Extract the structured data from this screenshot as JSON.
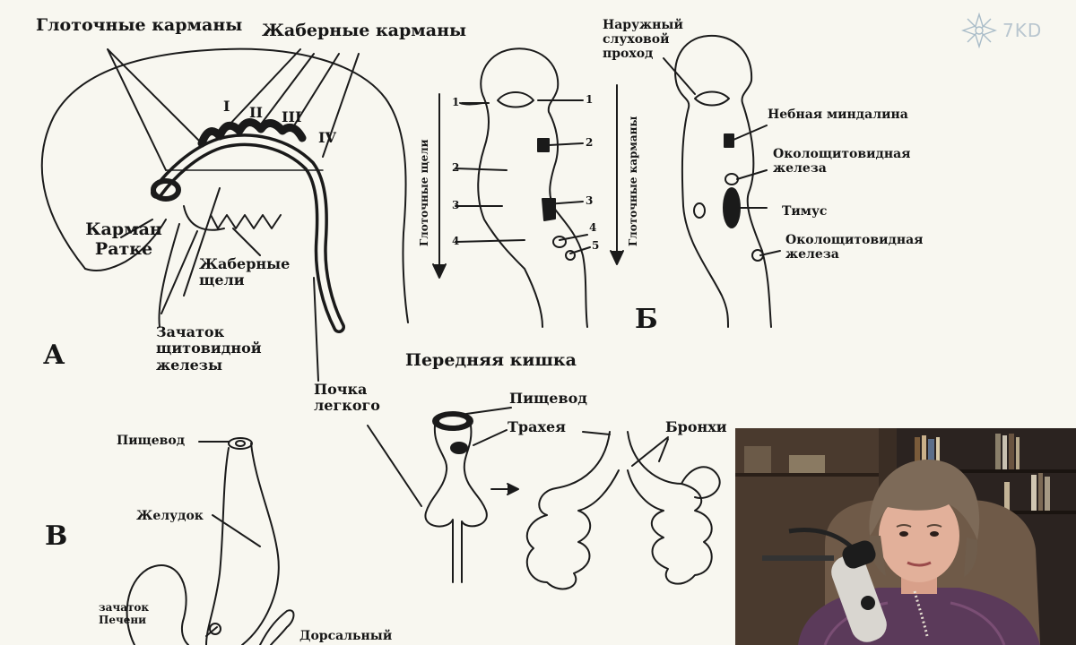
{
  "logo": {
    "text": "7KD",
    "icon": "star-snowflake-icon"
  },
  "panel_a": {
    "letter": "А",
    "pharyngeal_pockets": "Глоточные карманы",
    "gill_pockets": "Жаберные карманы",
    "numerals": [
      "I",
      "II",
      "III",
      "IV"
    ],
    "rathke_pocket": "Карман Ратке",
    "gill_slits": "Жаберные щели",
    "thyroid_primordium": "Зачаток щитовидной железы"
  },
  "panel_b": {
    "letter": "Б",
    "slits_axis": "Глоточные щели",
    "pockets_axis": "Глоточные карманы",
    "left_numbers": [
      "1",
      "2",
      "3",
      "4"
    ],
    "right_numbers": [
      "1",
      "2",
      "3",
      "4",
      "5"
    ],
    "ext_auditory_canal": "Наружный слуховой проход",
    "palatine_tonsil": "Небная миндалина",
    "parathyroid_1": "Околощитовидная железа",
    "thymus": "Тимус",
    "parathyroid_2": "Околощитовидная железа"
  },
  "panel_c": {
    "letter": "В",
    "esophagus": "Пищевод",
    "stomach": "Желудок",
    "liver_primordium": "зачаток Печени",
    "dorsal": "Дорсальный"
  },
  "panel_lung": {
    "foregut": "Передняя кишка",
    "lung_bud": "Почка легкого",
    "esophagus": "Пищевод",
    "trachea": "Трахея",
    "bronchi": "Бронхи"
  },
  "webcam": {
    "icon": "presenter-webcam-icon"
  }
}
